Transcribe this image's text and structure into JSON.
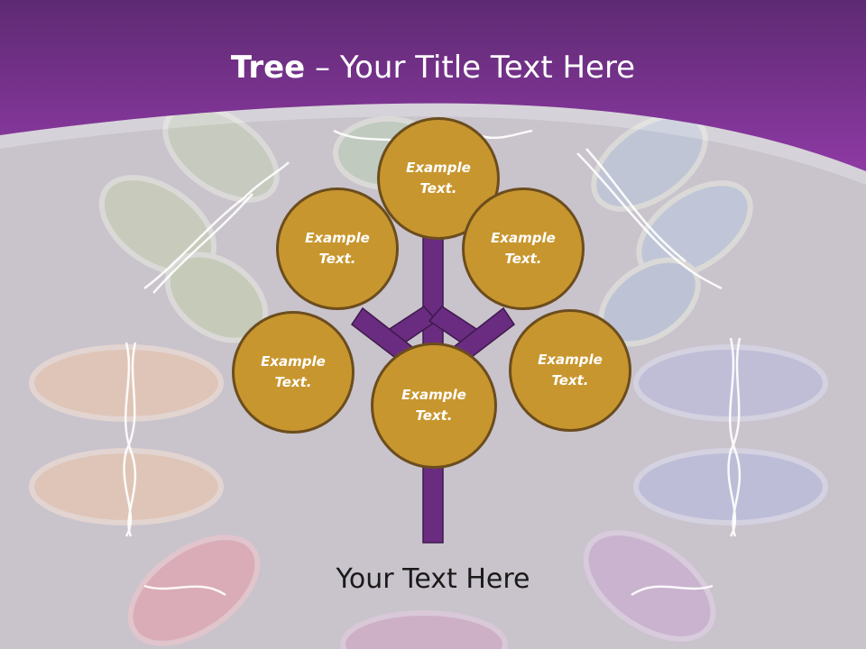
{
  "header": {
    "title_bold": "Tree",
    "title_rest": " – Your Title Text Here"
  },
  "colors": {
    "header_purple": "#7b2d8e",
    "background": "#c9c3cc",
    "trunk": "#6a2c80",
    "bubble_fill": "#c8962e",
    "bubble_border": "#6b4d1e"
  },
  "tree": {
    "nodes": [
      {
        "label": "Example Text."
      },
      {
        "label": "Example Text."
      },
      {
        "label": "Example Text."
      },
      {
        "label": "Example Text."
      },
      {
        "label": "Example Text."
      },
      {
        "label": "Example Text."
      }
    ]
  },
  "footer": {
    "text": "Your Text Here"
  }
}
